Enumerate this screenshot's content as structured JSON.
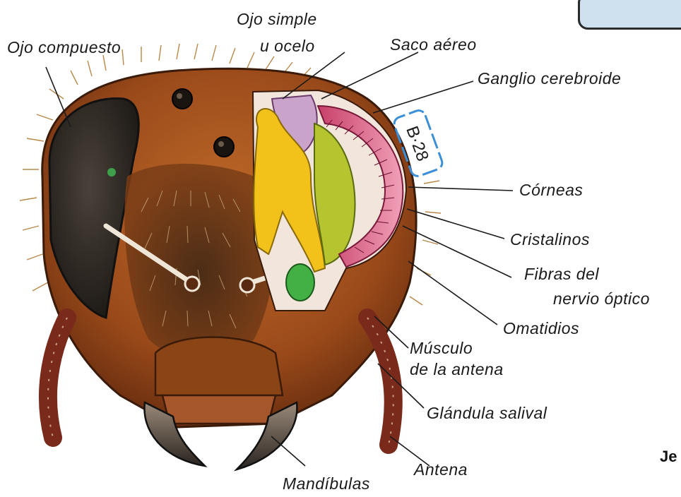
{
  "labels": {
    "ojo_compuesto": "Ojo compuesto",
    "ojo_simple_1": "Ojo simple",
    "ojo_simple_2": "u ocelo",
    "saco_aereo": "Saco aéreo",
    "ganglio": "Ganglio cerebroide",
    "corneas": "Córneas",
    "cristalinos": "Cristalinos",
    "fibras_1": "Fibras del",
    "fibras_2": "nervio óptico",
    "omatidios": "Omatidios",
    "musculo_1": "Músculo",
    "musculo_2": "de la antena",
    "glandula": "Glándula salival",
    "antena": "Antena",
    "mandibulas": "Mandíbulas"
  },
  "stamp": "B·28",
  "cutoff_text": "Je",
  "colors": {
    "head": "#a8541f",
    "eye": "#2b2622",
    "ganglion": "#f2c21a",
    "cornea": "#d24f6a",
    "lens": "#b6c430",
    "gland": "#43b046",
    "stamp": "#3a8fd8"
  }
}
